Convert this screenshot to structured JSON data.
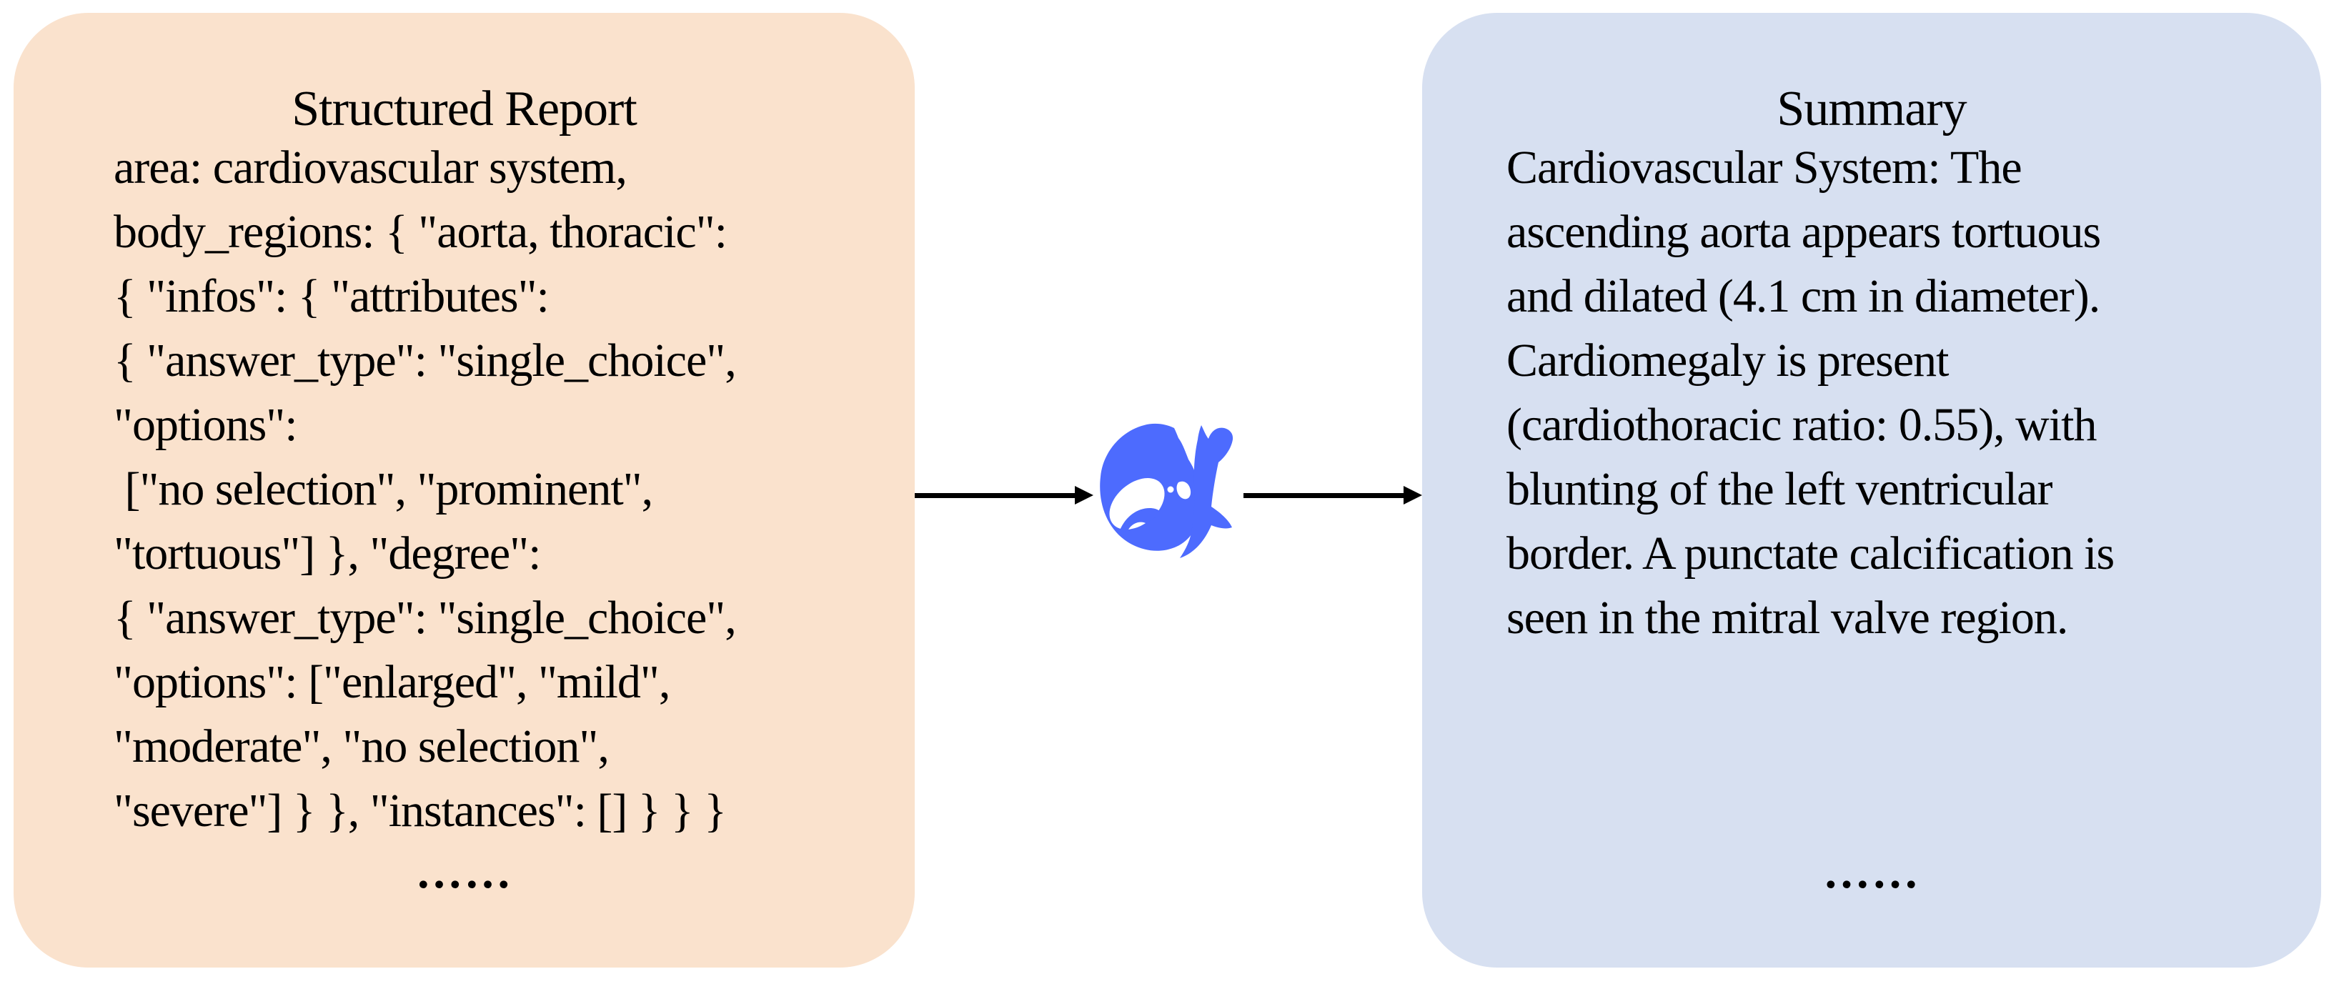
{
  "report_box": {
    "title": "Structured Report",
    "bg_color": "#FAE2CD",
    "lines": [
      "area: cardiovascular system,",
      "body_regions: { \"aorta, thoracic\":",
      "{ \"infos\": { \"attributes\":",
      "{ \"answer_type\": \"single_choice\",",
      "\"options\":",
      " [\"no selection\", \"prominent\",",
      "\"tortuous\"] }, \"degree\":",
      "{ \"answer_type\": \"single_choice\",",
      "\"options\": [\"enlarged\", \"mild\",",
      "\"moderate\", \"no selection\",",
      "\"severe\"] } }, \"instances\": [] } } }"
    ],
    "ellipsis": "……"
  },
  "summary_box": {
    "title": "Summary",
    "bg_color": "#D7E0F1",
    "lines": [
      "Cardiovascular System: The",
      "ascending aorta appears tortuous",
      "and dilated (4.1 cm in diameter).",
      "Cardiomegaly is present",
      "(cardiothoracic ratio: 0.55), with",
      "blunting of the left ventricular",
      "border. A punctate calcification is",
      "seen in the mitral valve region."
    ],
    "ellipsis": "……"
  },
  "connector": {
    "icon": "deepseek-whale",
    "whale_color": "#4D6BFE",
    "arrow_color": "#000000",
    "white_color": "#FFFFFF"
  }
}
